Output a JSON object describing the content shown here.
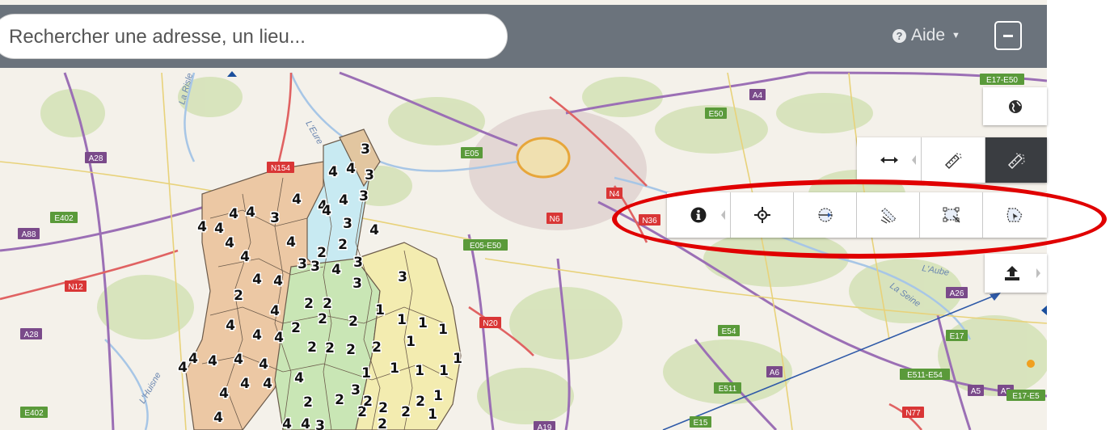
{
  "search": {
    "placeholder": "Rechercher une adresse, un lieu..."
  },
  "header": {
    "help_label": "Aide",
    "help_icon": "question-circle-icon",
    "collapse_icon": "minus-icon"
  },
  "map": {
    "road_labels": [
      {
        "text": "A28"
      },
      {
        "text": "N154"
      },
      {
        "text": "E402"
      },
      {
        "text": "A88"
      },
      {
        "text": "N12"
      },
      {
        "text": "A28"
      },
      {
        "text": "E402"
      },
      {
        "text": "E05"
      },
      {
        "text": "E50"
      },
      {
        "text": "A4"
      },
      {
        "text": "E17-E50"
      },
      {
        "text": "N4"
      },
      {
        "text": "N6"
      },
      {
        "text": "N36"
      },
      {
        "text": "E05-E50"
      },
      {
        "text": "N20"
      },
      {
        "text": "E54"
      },
      {
        "text": "A26"
      },
      {
        "text": "E17"
      },
      {
        "text": "A5"
      },
      {
        "text": "E511"
      },
      {
        "text": "A6"
      },
      {
        "text": "E511-E54"
      },
      {
        "text": "A5"
      },
      {
        "text": "E17-E5"
      },
      {
        "text": "N77"
      },
      {
        "text": "E15"
      },
      {
        "text": "A19"
      }
    ],
    "place_labels": [
      {
        "text": "La Risle"
      },
      {
        "text": "L'Eure"
      },
      {
        "text": "L'Aube"
      },
      {
        "text": "La Seine"
      },
      {
        "text": "L'Huisne"
      }
    ],
    "zone_numbers": [
      {
        "v": "3"
      },
      {
        "v": "4"
      },
      {
        "v": "4"
      },
      {
        "v": "3"
      },
      {
        "v": "3"
      },
      {
        "v": "4"
      },
      {
        "v": "4"
      },
      {
        "v": "4"
      },
      {
        "v": "3"
      },
      {
        "v": "4"
      },
      {
        "v": "4"
      },
      {
        "v": "3"
      },
      {
        "v": "4"
      },
      {
        "v": "4"
      },
      {
        "v": "4"
      },
      {
        "v": "4"
      },
      {
        "v": "4"
      },
      {
        "v": "4"
      },
      {
        "v": "4"
      },
      {
        "v": "3"
      },
      {
        "v": "2"
      },
      {
        "v": "2"
      },
      {
        "v": "3"
      },
      {
        "v": "4"
      },
      {
        "v": "3"
      },
      {
        "v": "3"
      },
      {
        "v": "3"
      },
      {
        "v": "2"
      },
      {
        "v": "4"
      },
      {
        "v": "4"
      },
      {
        "v": "4"
      },
      {
        "v": "2"
      },
      {
        "v": "2"
      },
      {
        "v": "4"
      },
      {
        "v": "2"
      },
      {
        "v": "2"
      },
      {
        "v": "2"
      },
      {
        "v": "1"
      },
      {
        "v": "1"
      },
      {
        "v": "1"
      },
      {
        "v": "1"
      },
      {
        "v": "4"
      },
      {
        "v": "4"
      },
      {
        "v": "2"
      },
      {
        "v": "2"
      },
      {
        "v": "2"
      },
      {
        "v": "2"
      },
      {
        "v": "1"
      },
      {
        "v": "1"
      },
      {
        "v": "4"
      },
      {
        "v": "4"
      },
      {
        "v": "4"
      },
      {
        "v": "4"
      },
      {
        "v": "1"
      },
      {
        "v": "1"
      },
      {
        "v": "1"
      },
      {
        "v": "1"
      },
      {
        "v": "4"
      },
      {
        "v": "4"
      },
      {
        "v": "4"
      },
      {
        "v": "4"
      },
      {
        "v": "2"
      },
      {
        "v": "2"
      },
      {
        "v": "2"
      },
      {
        "v": "1"
      },
      {
        "v": "4"
      },
      {
        "v": "4"
      },
      {
        "v": "4"
      },
      {
        "v": "3"
      },
      {
        "v": "2"
      },
      {
        "v": "2"
      },
      {
        "v": "2"
      },
      {
        "v": "1"
      },
      {
        "v": "4"
      },
      {
        "v": "3"
      },
      {
        "v": "2"
      },
      {
        "v": "2"
      }
    ]
  },
  "toolbars": {
    "globe": {
      "icon": "globe-icon"
    },
    "measure": {
      "items": [
        {
          "icon": "horizontal-arrows-icon"
        },
        {
          "icon": "measure-distance-icon"
        },
        {
          "icon": "measure-area-icon",
          "active": true
        }
      ]
    },
    "info": {
      "items": [
        {
          "icon": "info-icon"
        },
        {
          "icon": "crosshair-icon"
        },
        {
          "icon": "select-point-icon"
        },
        {
          "icon": "select-line-icon"
        },
        {
          "icon": "select-rectangle-icon"
        },
        {
          "icon": "select-polygon-icon"
        }
      ]
    },
    "upload": {
      "icon": "upload-icon"
    }
  },
  "annotation": {
    "highlight_color": "#e00000",
    "arrow_color": "#2f5aa8"
  }
}
